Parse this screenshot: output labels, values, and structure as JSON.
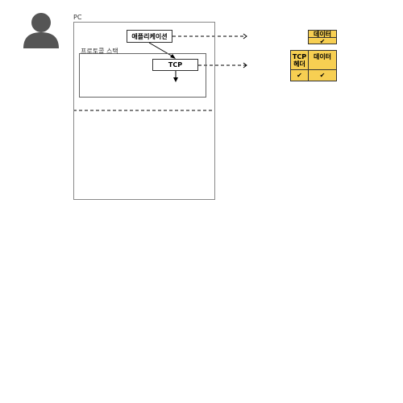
{
  "pc": {
    "label": "PC"
  },
  "stack": {
    "label": "프로토콜 스택"
  },
  "app": {
    "label": "애플리케이션"
  },
  "tcp": {
    "label": "TCP"
  },
  "packet_data_only": {
    "data_label": "데이터",
    "check": "✔"
  },
  "packet_tcp": {
    "header_label": "TCP\n헤더",
    "data_label": "데이터",
    "check_header": "✔",
    "check_data": "✔"
  },
  "colors": {
    "packet_fill": "#f7cf52",
    "user_icon": "#555555"
  }
}
